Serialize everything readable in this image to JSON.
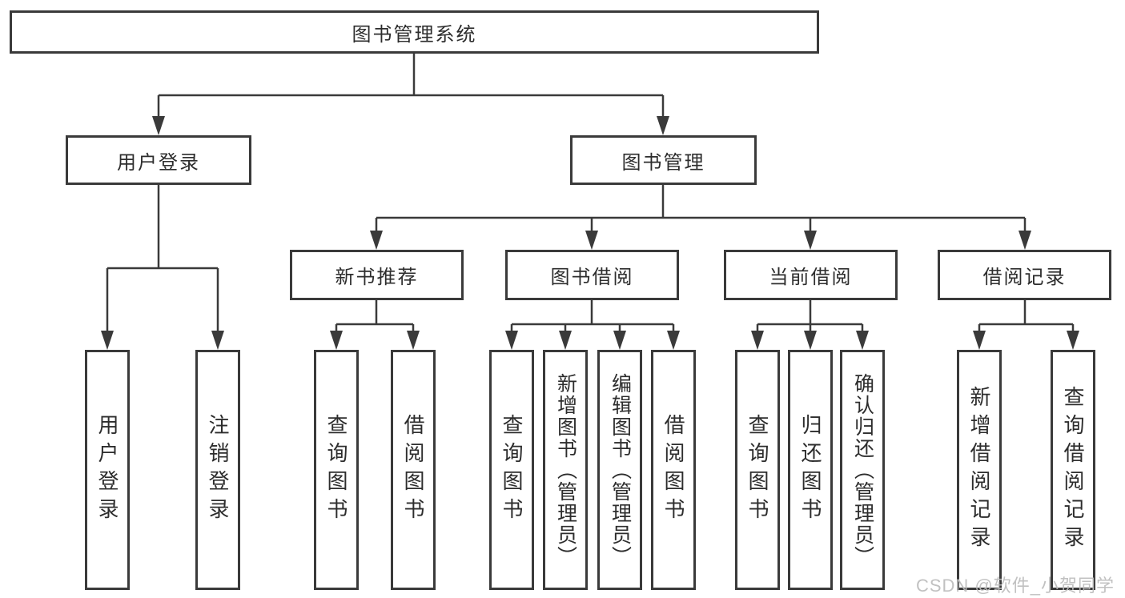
{
  "title": "图书管理系统",
  "tree": {
    "root": {
      "label": "图书管理系统"
    },
    "branches": [
      {
        "label": "用户登录",
        "children": [
          "用户登录",
          "注销登录"
        ]
      },
      {
        "label": "图书管理",
        "modules": [
          {
            "label": "新书推荐",
            "children": [
              "查询图书",
              "借阅图书"
            ]
          },
          {
            "label": "图书借阅",
            "children": [
              "查询图书",
              "新增图书（管理员）",
              "编辑图书（管理员）",
              "借阅图书"
            ]
          },
          {
            "label": "当前借阅",
            "children": [
              "查询图书",
              "归还图书",
              "确认归还（管理员）"
            ]
          },
          {
            "label": "借阅记录",
            "children": [
              "新增借阅记录",
              "查询借阅记录"
            ]
          }
        ]
      }
    ]
  },
  "watermark": {
    "text": "CSDN @软件_小贺同学"
  },
  "colors": {
    "line": "#3a3a3a",
    "text": "#2d2d2d",
    "background": "#ffffff",
    "watermark": "#bcbcbc"
  }
}
